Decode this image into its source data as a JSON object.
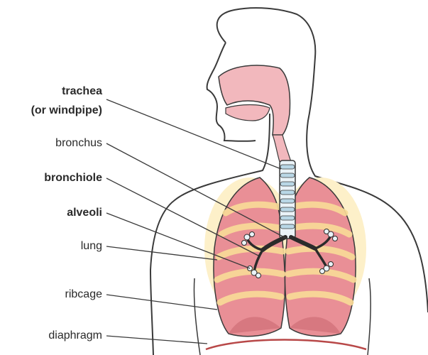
{
  "labels": {
    "trachea_line1": "trachea",
    "trachea_line2": "(or windpipe)",
    "bronchus": "bronchus",
    "bronchiole": "bronchiole",
    "alveoli": "alveoli",
    "lung": "lung",
    "ribcage": "ribcage",
    "diaphragm": "diaphragm"
  },
  "colors": {
    "outline": "#3a3a3a",
    "airway_pink": "#f2b8bd",
    "lung_pink": "#e98f96",
    "lung_dark": "#c86670",
    "rib_yellow": "#f9dc98",
    "rib_glow": "#fdf0c9",
    "trachea_ring": "#b9d7e6",
    "bronchi_dark": "#2b2b2b",
    "diaphragm_line": "#b84848"
  }
}
